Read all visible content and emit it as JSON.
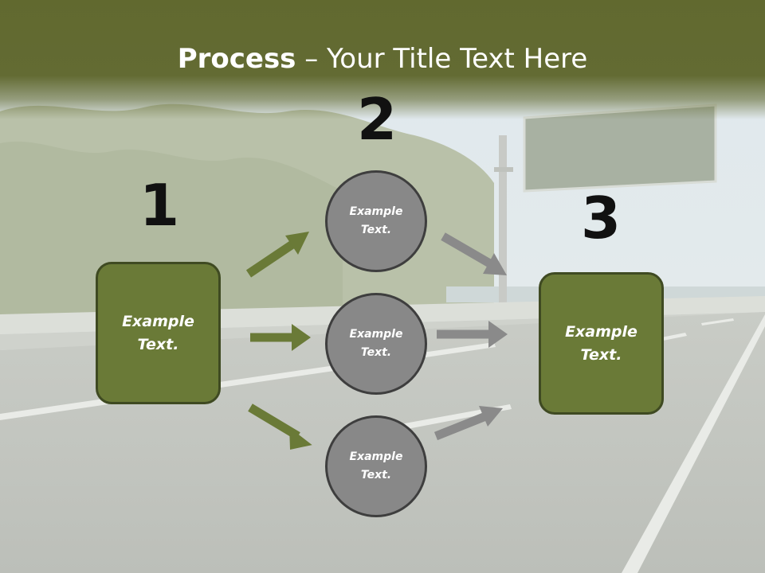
{
  "title": {
    "bold": "Process",
    "rest": " – Your Title Text Here"
  },
  "steps": [
    "1",
    "2",
    "3"
  ],
  "left_box": {
    "text": "Example\nText."
  },
  "right_box": {
    "text": "Example\nText."
  },
  "circles": [
    {
      "text": "Example\nText."
    },
    {
      "text": "Example\nText."
    },
    {
      "text": "Example\nText."
    }
  ],
  "colors": {
    "header": "#636b33",
    "box_fill": "#6a7a37",
    "box_border": "#3f4a22",
    "circle_fill": "#888888",
    "circle_border": "#3e3e3e",
    "green_arrow": "#6a7a37",
    "gray_arrow": "#8a8a8a"
  },
  "background": "highway-photo"
}
